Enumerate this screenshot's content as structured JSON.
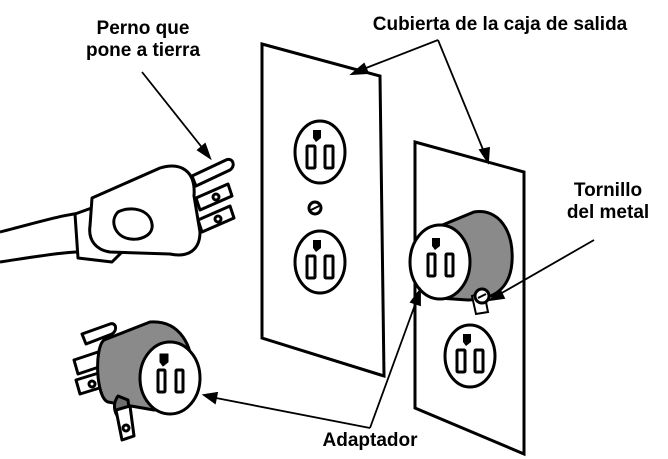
{
  "labels": {
    "grounding_pin": [
      "Perno que",
      "pone a tierra"
    ],
    "cover": "Cubierta de la caja de salida",
    "screw": [
      "Tornillo",
      "del metal"
    ],
    "adapter": "Adaptador"
  },
  "colors": {
    "line": "#000000",
    "adapter_body": "#8a8a8a",
    "adapter_shadow": "#6f6f6f",
    "background": "#ffffff"
  },
  "icons": [
    "grounded-plug-icon",
    "outlet-cover-icon",
    "adapter-icon",
    "screw-icon"
  ]
}
